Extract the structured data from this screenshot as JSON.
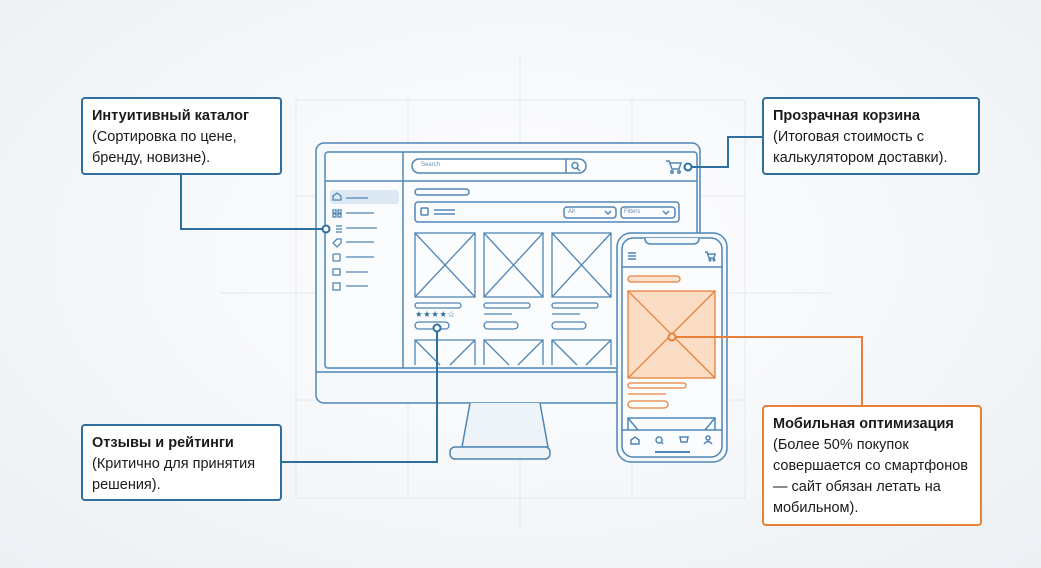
{
  "callouts": {
    "catalog": {
      "title": "Интуитивный каталог",
      "desc": "(Сортировка по цене, бренду, новизне)."
    },
    "cart": {
      "title": "Прозрачная корзина",
      "desc": "(Итоговая стоимость с калькулятором доставки)."
    },
    "reviews": {
      "title": "Отзывы и рейтинги",
      "desc": "(Критично для принятия решения)."
    },
    "mobile": {
      "title": "Мобильная оптимизация",
      "desc": "(Более 50% покупок совершается со смартфонов — сайт обязан летать на мобильном)."
    }
  },
  "wireframe": {
    "search_placeholder": "Search",
    "filter_all": "All",
    "filter_filters": "Filters",
    "rating_stars": "★★★★☆"
  },
  "colors": {
    "blue": "#2f6f9f",
    "orange": "#e8803a"
  }
}
